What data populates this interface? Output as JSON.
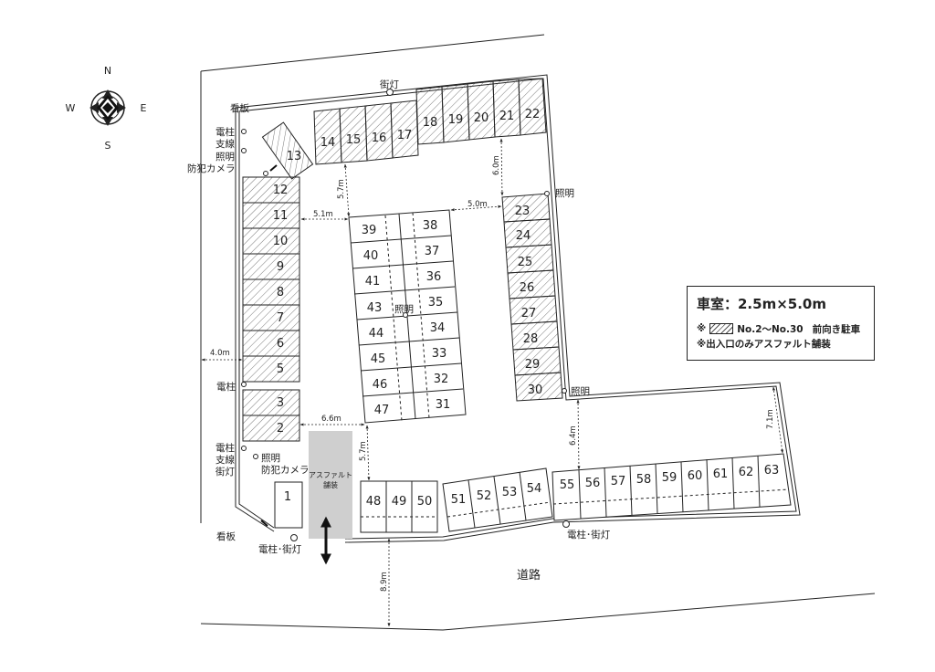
{
  "compass": {
    "north": "N",
    "south": "S",
    "east": "E",
    "west": "W"
  },
  "legend": {
    "title": "車室：2.5m×5.0m",
    "hatch_prefix": "※",
    "hatch_range": "No.2〜No.30",
    "hatch_meaning": "前向き駐車",
    "asphalt_note": "※出入口のみアスファルト舗装"
  },
  "parking_spaces": [
    "1",
    "2",
    "3",
    "5",
    "6",
    "7",
    "8",
    "9",
    "10",
    "11",
    "12",
    "13",
    "14",
    "15",
    "16",
    "17",
    "18",
    "19",
    "20",
    "21",
    "22",
    "23",
    "24",
    "25",
    "26",
    "27",
    "28",
    "29",
    "30",
    "31",
    "32",
    "33",
    "34",
    "35",
    "36",
    "37",
    "38",
    "39",
    "40",
    "41",
    "43",
    "44",
    "45",
    "46",
    "47",
    "48",
    "49",
    "50",
    "51",
    "52",
    "53",
    "54",
    "55",
    "56",
    "57",
    "58",
    "59",
    "60",
    "61",
    "62",
    "63"
  ],
  "facilities": {
    "signboard_top": "看板",
    "pole_stay_top_1": "電柱",
    "pole_stay_top_2": "支線",
    "lighting_camera_top_1": "照明",
    "lighting_camera_top_2": "防犯カメラ",
    "street_light_top": "街灯",
    "lighting_right_top": "照明",
    "lighting_center": "照明",
    "lighting_right_mid": "照明",
    "pole_left": "電柱",
    "pole_stay_street_1": "電柱",
    "pole_stay_street_2": "支線",
    "pole_stay_street_3": "街灯",
    "lighting_camera_bottom_1": "照明",
    "lighting_camera_bottom_2": "防犯カメラ",
    "signboard_bottom": "看板",
    "pole_light_bottom_left": "電柱･街灯",
    "pole_light_bottom_right": "電柱･街灯",
    "asphalt_1": "アスファルト",
    "asphalt_2": "舗装",
    "road": "道路"
  },
  "dimensions": {
    "d_5_7_top": "5.7m",
    "d_6_0": "6.0m",
    "d_5_1": "5.1m",
    "d_5_0": "5.0m",
    "d_4_0": "4.0m",
    "d_6_6": "6.6m",
    "d_5_7_bottom": "5.7m",
    "d_6_4": "6.4m",
    "d_7_1": "7.1m",
    "d_8_9": "8.9m"
  }
}
